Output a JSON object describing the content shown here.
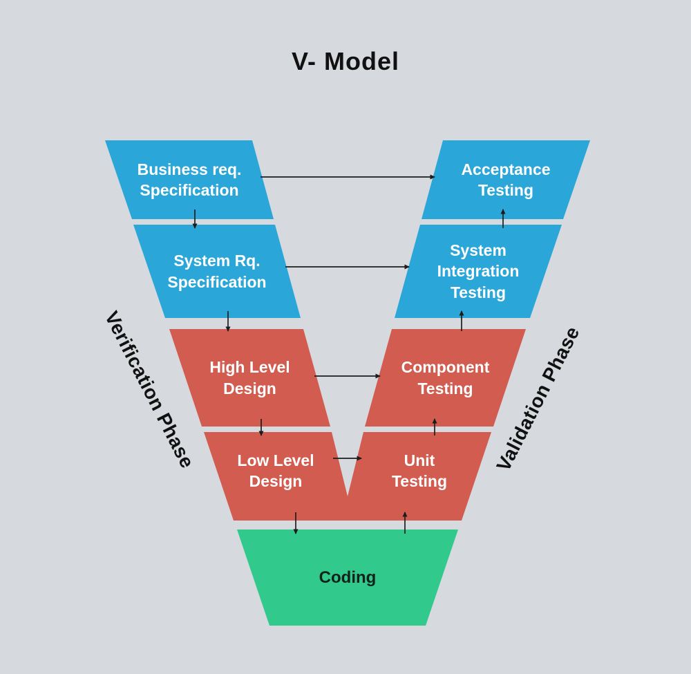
{
  "title": "V- Model",
  "phases": {
    "left": "Verification Phase",
    "right": "Validation Phase"
  },
  "nodes": {
    "business_req": "Business req.\nSpecification",
    "system_req": "System Rq.\nSpecification",
    "high_level_design": "High Level\nDesign",
    "low_level_design": "Low Level\nDesign",
    "acceptance_testing": "Acceptance\nTesting",
    "system_integration_testing": "System\nIntegration\nTesting",
    "component_testing": "Component\nTesting",
    "unit_testing": "Unit\nTesting",
    "coding": "Coding"
  },
  "connections": [
    {
      "from": "business_req",
      "to": "acceptance_testing",
      "direction": "right"
    },
    {
      "from": "system_req",
      "to": "system_integration_testing",
      "direction": "right"
    },
    {
      "from": "high_level_design",
      "to": "component_testing",
      "direction": "right"
    },
    {
      "from": "low_level_design",
      "to": "unit_testing",
      "direction": "right"
    },
    {
      "from": "business_req",
      "to": "system_req",
      "direction": "down"
    },
    {
      "from": "system_req",
      "to": "high_level_design",
      "direction": "down"
    },
    {
      "from": "high_level_design",
      "to": "low_level_design",
      "direction": "down"
    },
    {
      "from": "low_level_design",
      "to": "coding",
      "direction": "down"
    },
    {
      "from": "coding",
      "to": "unit_testing",
      "direction": "up"
    },
    {
      "from": "unit_testing",
      "to": "component_testing",
      "direction": "up"
    },
    {
      "from": "component_testing",
      "to": "system_integration_testing",
      "direction": "up"
    },
    {
      "from": "system_integration_testing",
      "to": "acceptance_testing",
      "direction": "up"
    }
  ],
  "colors": {
    "background": "#d6dade",
    "requirement_blue": "#2ba6d8",
    "design_red": "#d15c4f",
    "coding_green": "#31c98c",
    "arrow_black": "#1c1c1c",
    "node_text_light": "#ffffff",
    "heading_text": "#111111"
  }
}
